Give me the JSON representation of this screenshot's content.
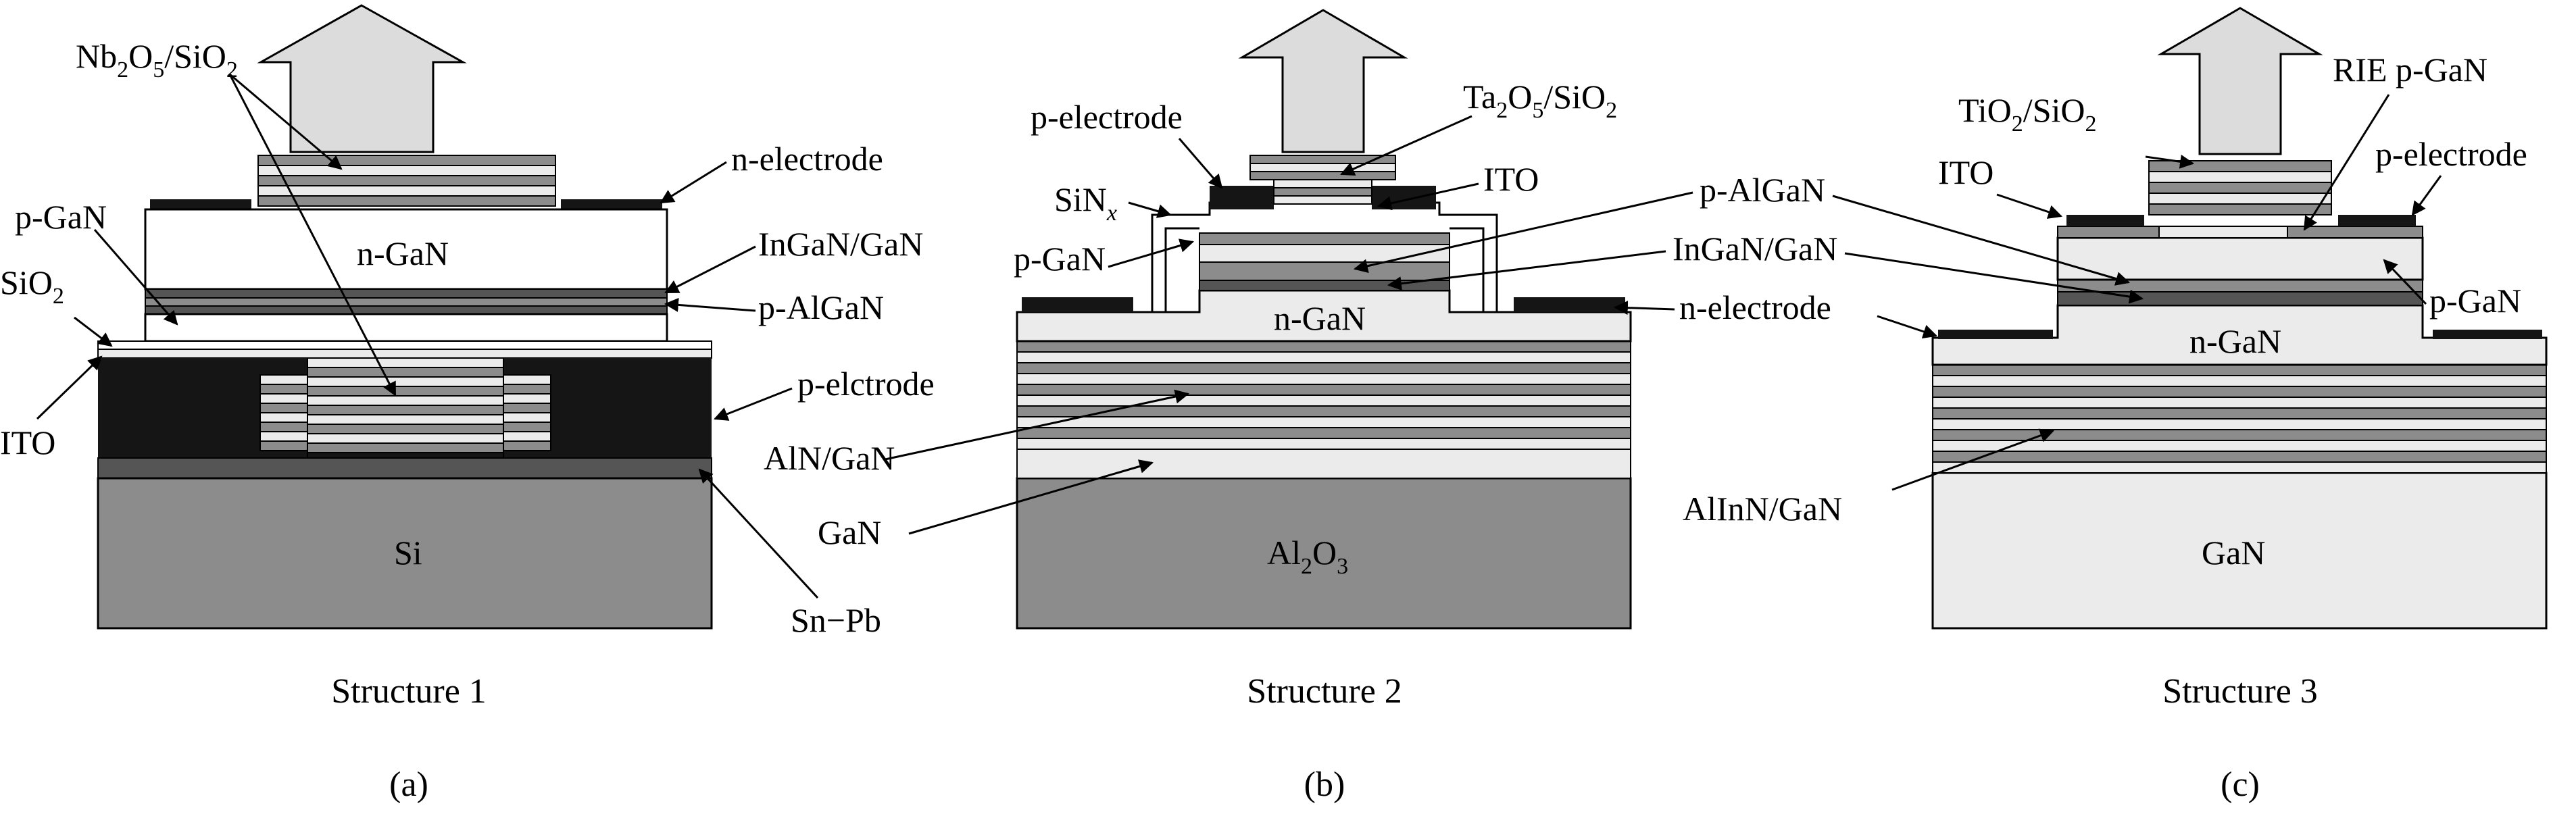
{
  "colors": {
    "black": "#151515",
    "dark_gray": "#555555",
    "mid_gray": "#8c8c8c",
    "light_gray": "#dcdcdc",
    "pale": "#ebebeb",
    "white": "#ffffff"
  },
  "panel_a": {
    "caption": "Structure 1",
    "letter": "(a)",
    "labels": {
      "nb2o5_main_1": "Nb",
      "nb2o5_sub_1": "2",
      "nb2o5_main_2": "O",
      "nb2o5_sub_2": "5",
      "nb2o5_main_3": "/SiO",
      "nb2o5_sub_3": "2",
      "n_electrode": "n-electrode",
      "p_gan": "p-GaN",
      "n_gan": "n-GaN",
      "ingan_gan": "InGaN/GaN",
      "sio2_main": "SiO",
      "sio2_sub": "2",
      "p_algan": "p-AlGaN",
      "p_elctrode": "p-elctrode",
      "ito": "ITO",
      "si": "Si",
      "sn_pb": "Sn−Pb"
    }
  },
  "panel_b": {
    "caption": "Structure 2",
    "letter": "(b)",
    "labels": {
      "p_electrode": "p-electrode",
      "ta2o5_main_1": "Ta",
      "ta2o5_sub_1": "2",
      "ta2o5_main_2": "O",
      "ta2o5_sub_2": "5",
      "ta2o5_main_3": "/SiO",
      "ta2o5_sub_3": "2",
      "sinx_main": "SiN",
      "sinx_sub": "x",
      "ito": "ITO",
      "p_algan": "p-AlGaN",
      "p_gan": "p-GaN",
      "ingan_gan": "InGaN/GaN",
      "n_gan": "n-GaN",
      "n_electrode": "n-electrode",
      "aln_gan": "AlN/GaN",
      "gan": "GaN",
      "al2o3_main_1": "Al",
      "al2o3_sub_1": "2",
      "al2o3_main_2": "O",
      "al2o3_sub_2": "3"
    }
  },
  "panel_c": {
    "caption": "Structure 3",
    "letter": "(c)",
    "labels": {
      "tio2_main_1": "TiO",
      "tio2_sub_1": "2",
      "tio2_main_2": "/SiO",
      "tio2_sub_2": "2",
      "rie_p_gan": "RIE p-GaN",
      "ito": "ITO",
      "p_electrode": "p-electrode",
      "p_gan": "p-GaN",
      "n_gan": "n-GaN",
      "allnn_gan": "AlInN/GaN",
      "gan": "GaN"
    }
  }
}
